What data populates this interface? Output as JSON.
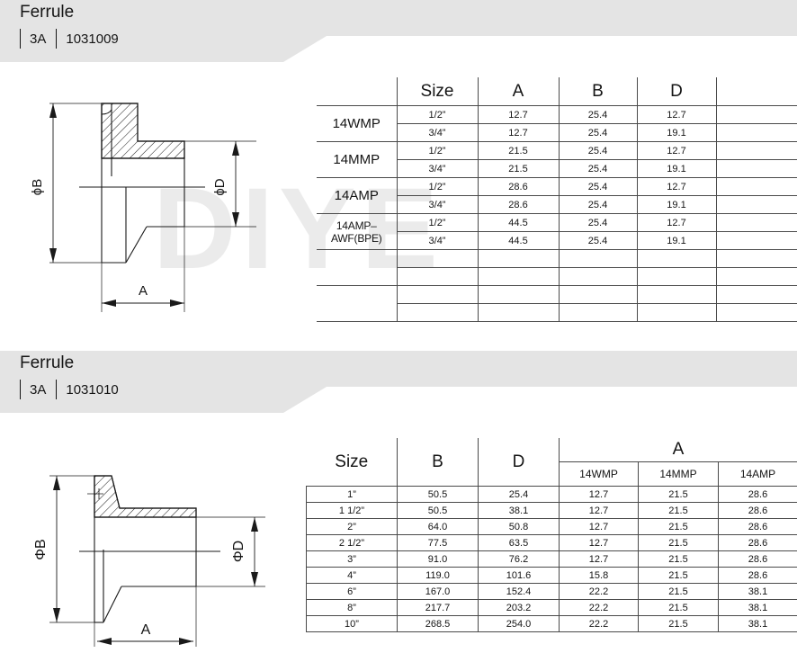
{
  "watermark": {
    "text": "DIYE"
  },
  "sections": [
    {
      "title": "Ferrule",
      "standard": "3A",
      "code": "1031009",
      "drawing": {
        "dim_b_label": "ϕB",
        "dim_d_label": "ϕD",
        "dim_a_label": "A"
      },
      "table": {
        "headers": [
          "",
          "Size",
          "A",
          "B",
          "D",
          ""
        ],
        "groups": [
          {
            "label": "14WMP",
            "rows": [
              {
                "size": "1/2”",
                "A": "12.7",
                "B": "25.4",
                "D": "12.7",
                "extra": ""
              },
              {
                "size": "3/4”",
                "A": "12.7",
                "B": "25.4",
                "D": "19.1",
                "extra": ""
              }
            ]
          },
          {
            "label": "14MMP",
            "rows": [
              {
                "size": "1/2”",
                "A": "21.5",
                "B": "25.4",
                "D": "12.7",
                "extra": ""
              },
              {
                "size": "3/4”",
                "A": "21.5",
                "B": "25.4",
                "D": "19.1",
                "extra": ""
              }
            ]
          },
          {
            "label": "14AMP",
            "rows": [
              {
                "size": "1/2”",
                "A": "28.6",
                "B": "25.4",
                "D": "12.7",
                "extra": ""
              },
              {
                "size": "3/4”",
                "A": "28.6",
                "B": "25.4",
                "D": "19.1",
                "extra": ""
              }
            ]
          },
          {
            "label": "14AMP–AWF(BPE)",
            "rows": [
              {
                "size": "1/2”",
                "A": "44.5",
                "B": "25.4",
                "D": "12.7",
                "extra": ""
              },
              {
                "size": "3/4”",
                "A": "44.5",
                "B": "25.4",
                "D": "19.1",
                "extra": ""
              }
            ]
          },
          {
            "label": "",
            "rows": [
              {
                "size": "",
                "A": "",
                "B": "",
                "D": "",
                "extra": ""
              },
              {
                "size": "",
                "A": "",
                "B": "",
                "D": "",
                "extra": ""
              }
            ]
          },
          {
            "label": "",
            "rows": [
              {
                "size": "",
                "A": "",
                "B": "",
                "D": "",
                "extra": ""
              },
              {
                "size": "",
                "A": "",
                "B": "",
                "D": "",
                "extra": ""
              }
            ]
          }
        ]
      }
    },
    {
      "title": "Ferrule",
      "standard": "3A",
      "code": "1031010",
      "drawing": {
        "dim_b_label": "ΦB",
        "dim_d_label": "ΦD",
        "dim_a_label": "A"
      },
      "table": {
        "header_size": "Size",
        "header_b": "B",
        "header_d": "D",
        "header_a_group": "A",
        "header_a_subs": [
          "14WMP",
          "14MMP",
          "14AMP"
        ],
        "rows": [
          {
            "size": "1”",
            "B": "50.5",
            "D": "25.4",
            "a_14wmp": "12.7",
            "a_14mmp": "21.5",
            "a_14amp": "28.6"
          },
          {
            "size": "1 1/2”",
            "B": "50.5",
            "D": "38.1",
            "a_14wmp": "12.7",
            "a_14mmp": "21.5",
            "a_14amp": "28.6"
          },
          {
            "size": "2”",
            "B": "64.0",
            "D": "50.8",
            "a_14wmp": "12.7",
            "a_14mmp": "21.5",
            "a_14amp": "28.6"
          },
          {
            "size": "2 1/2”",
            "B": "77.5",
            "D": "63.5",
            "a_14wmp": "12.7",
            "a_14mmp": "21.5",
            "a_14amp": "28.6"
          },
          {
            "size": "3”",
            "B": "91.0",
            "D": "76.2",
            "a_14wmp": "12.7",
            "a_14mmp": "21.5",
            "a_14amp": "28.6"
          },
          {
            "size": "4”",
            "B": "119.0",
            "D": "101.6",
            "a_14wmp": "15.8",
            "a_14mmp": "21.5",
            "a_14amp": "28.6"
          },
          {
            "size": "6”",
            "B": "167.0",
            "D": "152.4",
            "a_14wmp": "22.2",
            "a_14mmp": "21.5",
            "a_14amp": "38.1"
          },
          {
            "size": "8”",
            "B": "217.7",
            "D": "203.2",
            "a_14wmp": "22.2",
            "a_14mmp": "21.5",
            "a_14amp": "38.1"
          },
          {
            "size": "10”",
            "B": "268.5",
            "D": "254.0",
            "a_14wmp": "22.2",
            "a_14mmp": "21.5",
            "a_14amp": "38.1"
          }
        ]
      }
    }
  ]
}
